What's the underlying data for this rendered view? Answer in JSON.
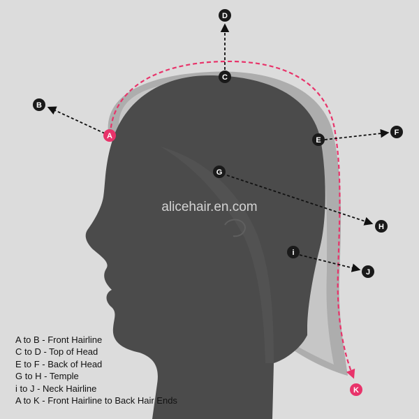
{
  "watermark": "alicehair.en.com",
  "colors": {
    "background": "#dcdcdc",
    "hair_outer": "#adadad",
    "hair_inner": "#c6c6c6",
    "head": "#4b4b4b",
    "marker_dark": "#1a1a1a",
    "marker_accent": "#e8336a",
    "arrow": "#111111",
    "measure_line": "#e8336a"
  },
  "points": {
    "A": {
      "label": "A",
      "style": "accent"
    },
    "B": {
      "label": "B",
      "style": "dark"
    },
    "C": {
      "label": "C",
      "style": "dark"
    },
    "D": {
      "label": "D",
      "style": "dark"
    },
    "E": {
      "label": "E",
      "style": "dark"
    },
    "F": {
      "label": "F",
      "style": "dark"
    },
    "G": {
      "label": "G",
      "style": "dark"
    },
    "H": {
      "label": "H",
      "style": "dark"
    },
    "i": {
      "label": "i",
      "style": "dark"
    },
    "J": {
      "label": "J",
      "style": "dark"
    },
    "K": {
      "label": "K",
      "style": "accent"
    }
  },
  "legend": [
    "A to B - Front Hairline",
    "C to D - Top of Head",
    "E to F - Back of Head",
    "G to H - Temple",
    "i to J - Neck Hairline",
    "A to K - Front Hairline to Back Hair Ends"
  ]
}
